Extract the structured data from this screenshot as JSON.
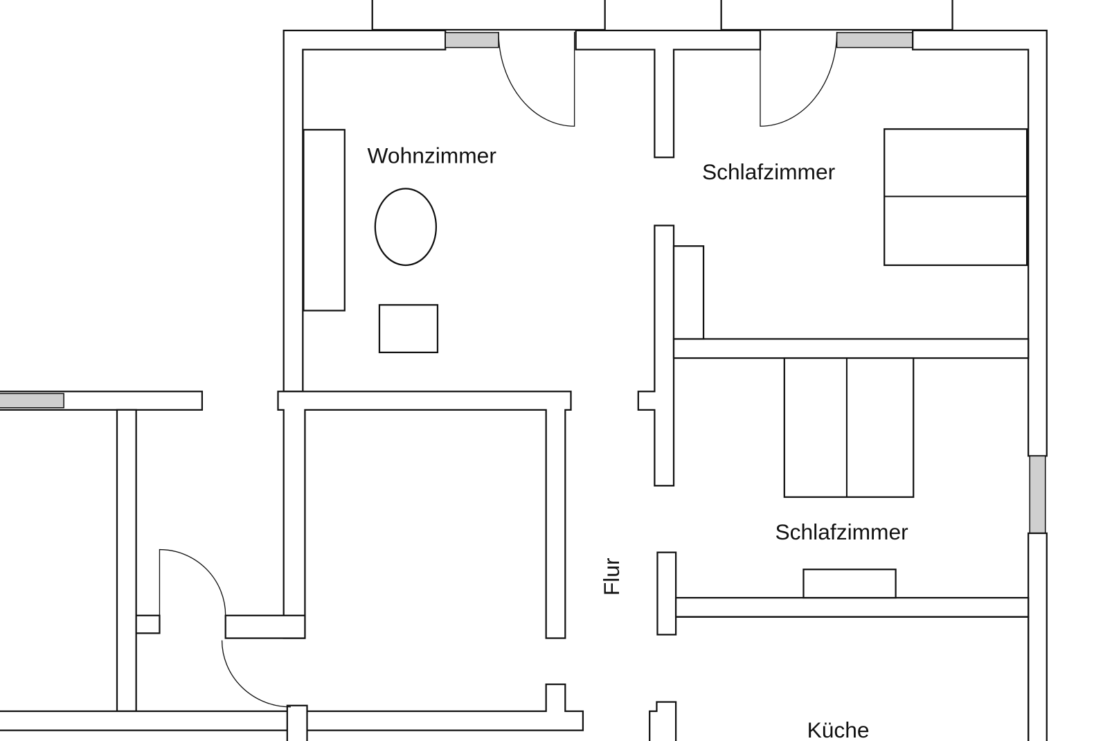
{
  "rooms": {
    "living_room": "Wohnzimmer",
    "bedroom_1": "Schlafzimmer",
    "bedroom_2": "Schlafzimmer",
    "hallway": "Flur",
    "kitchen": "Küche"
  }
}
